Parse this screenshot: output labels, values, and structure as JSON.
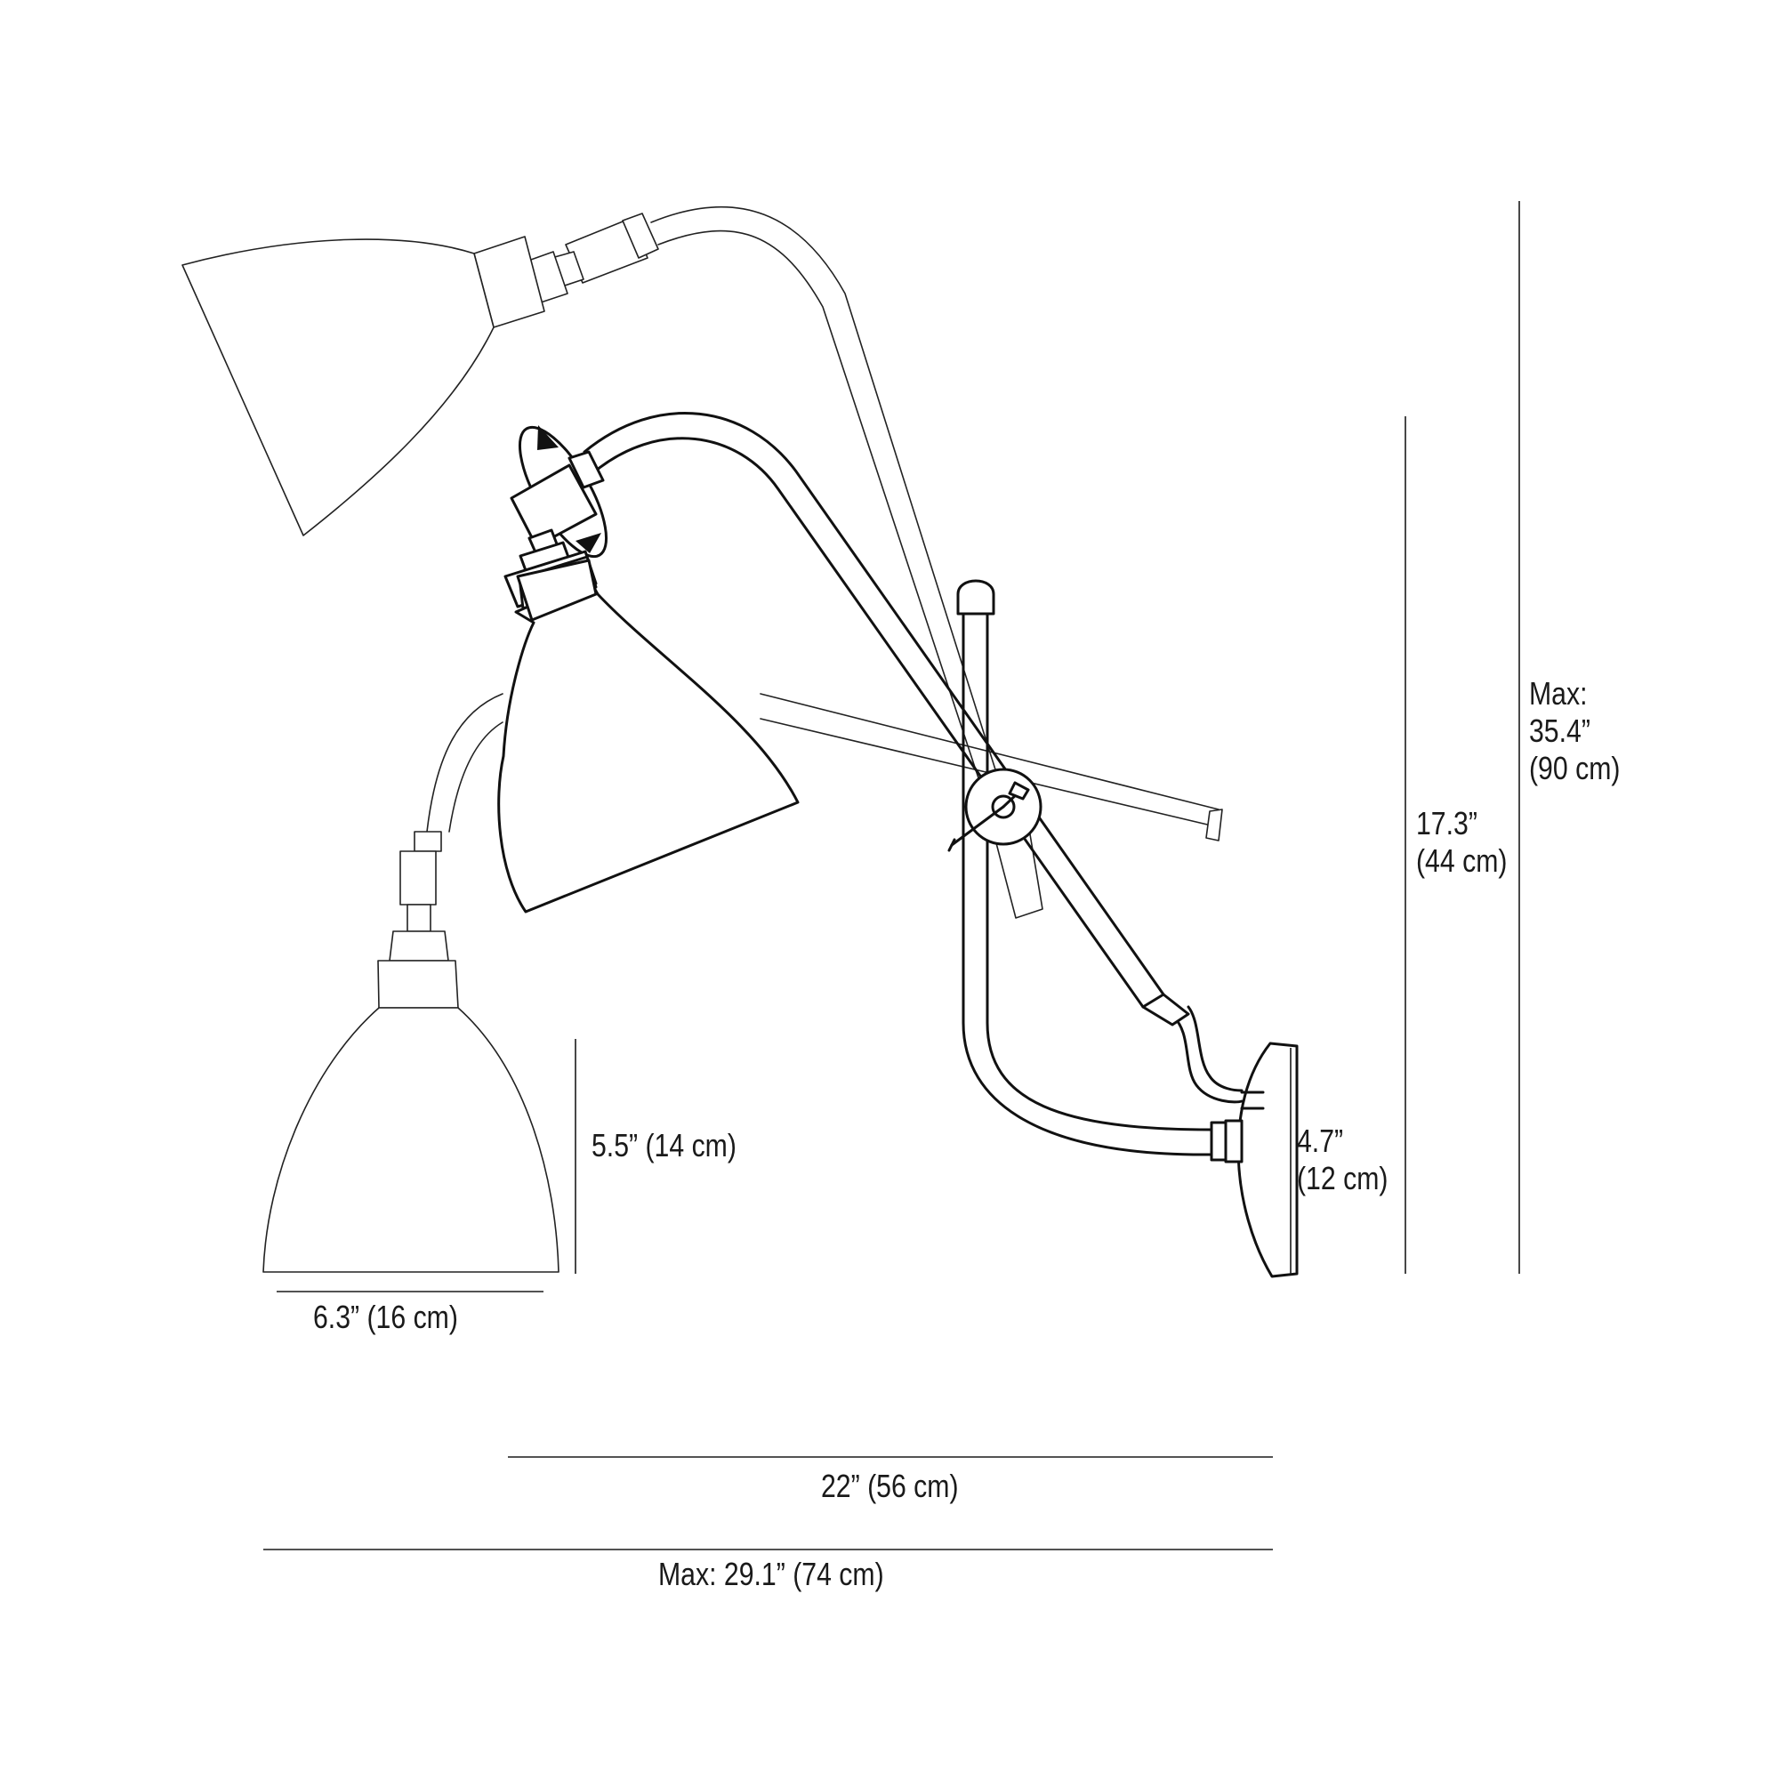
{
  "dimensions": {
    "max_height": {
      "label": "Max:",
      "inches": "35.4”",
      "cm": "(90 cm)"
    },
    "height": {
      "inches": "17.3”",
      "cm": "(44 cm)"
    },
    "wall_plate": {
      "inches": "4.7”",
      "cm": "(12 cm)"
    },
    "shade_height": "5.5” (14 cm)",
    "shade_width": "6.3” (16 cm)",
    "reach": "22” (56 cm)",
    "max_reach": "Max: 29.1” (74 cm)"
  }
}
